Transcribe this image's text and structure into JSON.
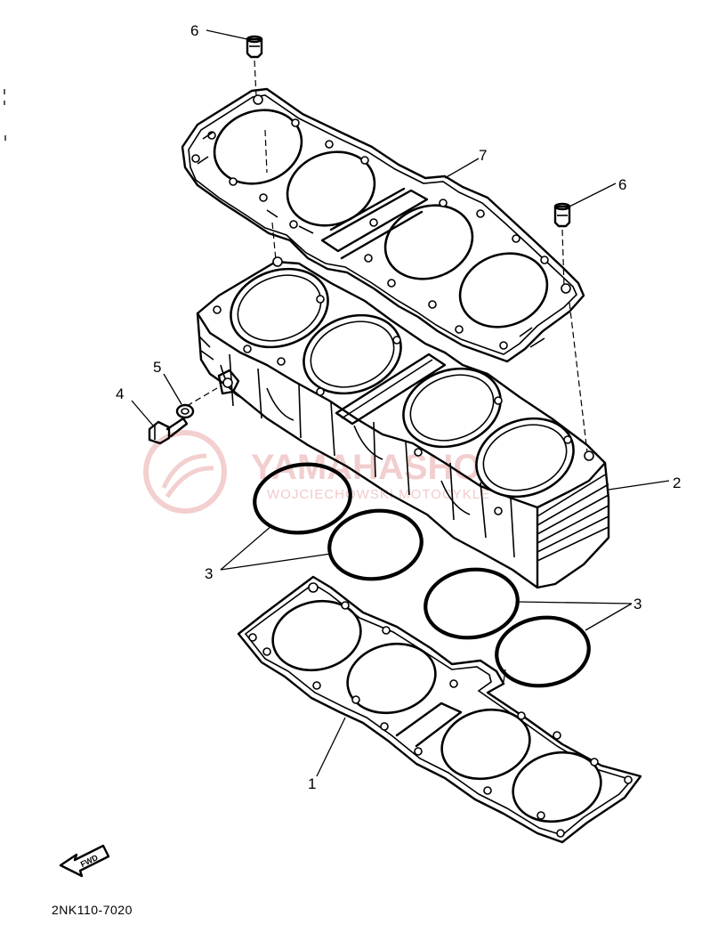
{
  "diagram": {
    "part_code": "2NK110-7020",
    "fwd_label": "FWD",
    "watermark": {
      "text": "YAMAHASHOP.PL",
      "subtext": "WOJCIECHOWSKI MOTOCYKLE"
    },
    "callouts": {
      "c1": "1",
      "c2": "2",
      "c3a": "3",
      "c3b": "3",
      "c4": "4",
      "c5": "5",
      "c6a": "6",
      "c6b": "6",
      "c7": "7"
    }
  },
  "colors": {
    "line": "#000000",
    "background": "#ffffff",
    "watermark": "#e9a7a7"
  }
}
